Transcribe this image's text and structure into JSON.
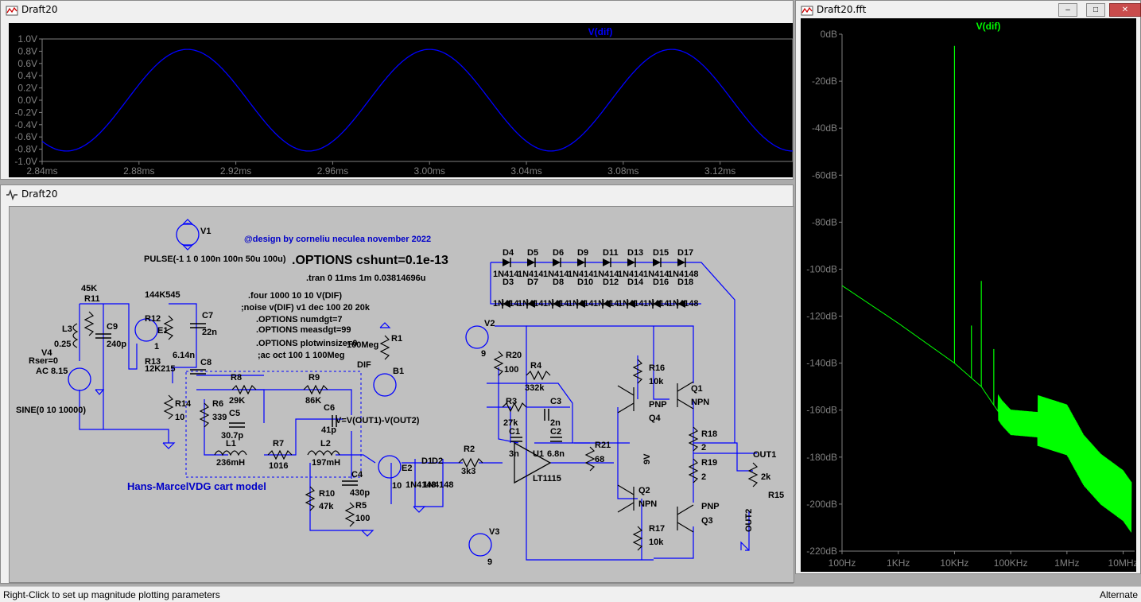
{
  "windows": {
    "waveform": {
      "title": "Draft20"
    },
    "schematic": {
      "title": "Draft20"
    },
    "fft": {
      "title": "Draft20.fft"
    }
  },
  "waveform_chart": {
    "chart_data": {
      "type": "line",
      "title": "V(dif)",
      "xlabel": "",
      "ylabel": "",
      "x_ticks": [
        "2.84ms",
        "2.88ms",
        "2.92ms",
        "2.96ms",
        "3.00ms",
        "3.04ms",
        "3.08ms",
        "3.12ms"
      ],
      "y_ticks": [
        "1.0V",
        "0.8V",
        "0.6V",
        "0.4V",
        "0.2V",
        "0.0V",
        "-0.2V",
        "-0.4V",
        "-0.6V",
        "-0.8V",
        "-1.0V"
      ],
      "xlim": [
        2.84,
        3.15
      ],
      "ylim": [
        -1.0,
        1.0
      ],
      "series": [
        {
          "name": "V(dif)",
          "amplitude": 0.83,
          "frequency_khz": 10,
          "peak_times_ms": [
            2.9,
            3.0,
            3.1
          ]
        }
      ],
      "line_color": "#0000ff"
    }
  },
  "fft_chart": {
    "chart_data": {
      "type": "line",
      "title": "V(dif)",
      "xscale": "log",
      "x_ticks": [
        "100Hz",
        "1KHz",
        "10KHz",
        "100KHz",
        "1MHz",
        "10MHz"
      ],
      "y_ticks": [
        "0dB",
        "-20dB",
        "-40dB",
        "-60dB",
        "-80dB",
        "-100dB",
        "-120dB",
        "-140dB",
        "-160dB",
        "-180dB",
        "-200dB",
        "-220dB"
      ],
      "ylim": [
        -220,
        0
      ],
      "series": [
        {
          "name": "V(dif)",
          "noise_floor": [
            [
              100,
              -107
            ],
            [
              1000,
              -123
            ],
            [
              10000,
              -140
            ],
            [
              30000,
              -150
            ],
            [
              70000,
              -163
            ],
            [
              100000,
              -167
            ],
            [
              300000,
              -168
            ],
            [
              1000000,
              -172
            ],
            [
              2000000,
              -185
            ],
            [
              4000000,
              -193
            ],
            [
              10000000,
              -200
            ],
            [
              14000000,
              -205
            ]
          ],
          "peaks": [
            [
              10000,
              -5
            ],
            [
              20000,
              -124
            ],
            [
              30000,
              -105
            ],
            [
              50000,
              -134
            ]
          ]
        }
      ],
      "line_color": "#00ff00"
    }
  },
  "schematic": {
    "texts": {
      "v1": "V1",
      "pulse": "PULSE(-1 1 0 100n 100n 50u 100u)",
      "credit": "@design by corneliu neculea november 2022",
      "options_cshunt": ".OPTIONS cshunt=0.1e-13",
      "tran": ".tran 0 11ms 1m 0.03814696u",
      "four": ".four 1000 10 10 V(DIF)",
      "noise": ";noise v(DIF) v1 dec 100 20 20k",
      "numdgt": ".OPTIONS numdgt=7",
      "measdgt": ".OPTIONS measdgt=99",
      "plotwinsize": ".OPTIONS plotwinsize=0",
      "ac": ";ac oct 100 1 100Meg",
      "model": "Hans-MarcelVDG cart model",
      "bv": "V=V(OUT1)-V(OUT2)",
      "r11": "R11",
      "r11v": "45K",
      "l3": "L3",
      "l3v": "0.25",
      "c9": "C9",
      "c9v": "240p",
      "v4": "V4",
      "v4r": "Rser=0",
      "v4ac": "AC 8.15",
      "sine": "SINE(0 10 10000)",
      "r12": "R12",
      "r12v": "144K545",
      "e1": "E1",
      "e1v": "1",
      "c7": "C7",
      "c7v": "22n",
      "l614": "6.14n",
      "r13": "R13",
      "r13v": "12K215",
      "c8": "C8",
      "r14": "R14",
      "r14v": "10",
      "r8": "R8",
      "r8v": "29K",
      "r9": "R9",
      "r9v": "86K",
      "r6": "R6",
      "r6v": "339",
      "c5": "C5",
      "c5v": "30.7p",
      "c6": "C6",
      "c6v": "41p",
      "l1": "L1",
      "l1v": "236mH",
      "r7": "R7",
      "r7v": "1016",
      "l2": "L2",
      "l2v": "197mH",
      "c4": "C4",
      "c4v": "430p",
      "r10": "R10",
      "r10v": "47k",
      "r5": "R5",
      "r5v": "100",
      "e2": "E2",
      "e2v": "10",
      "r1": "R1",
      "r1v": "100Meg",
      "dif": "DIF",
      "b1": "B1",
      "d1": "D1",
      "d2": "D2",
      "d12v": "1N4148",
      "r2": "R2",
      "r2v": "3k3",
      "v2": "V2",
      "v2v": "9",
      "v3": "V3",
      "v3v": "9",
      "r20": "R20",
      "r20v": "100",
      "r4": "R4",
      "r4v": "332k",
      "r3": "R3",
      "r3v": "27k",
      "c3": "C3",
      "c3v": "2n",
      "c1": "C1",
      "c1v": "3n",
      "c2": "C2",
      "c2v": "6.8n",
      "u1": "U1",
      "u1v": "LT1115",
      "r21": "R21",
      "r21v": "68",
      "r16": "R16",
      "r16v": "10k",
      "r17": "R17",
      "r17v": "10k",
      "q1": "Q1",
      "q1t": "NPN",
      "q2": "Q2",
      "q2t": "NPN",
      "q3": "Q3",
      "q3t": "PNP",
      "q4": "Q4",
      "q4t": "PNP",
      "r18": "R18",
      "r18v": "2",
      "r19": "R19",
      "r19v": "2",
      "r15": "R15",
      "r15v": "2k",
      "out1": "OUT1",
      "out2": "OUT2",
      "v9": "9V",
      "dtop": [
        "D4",
        "D5",
        "D6",
        "D9",
        "D11",
        "D13",
        "D15",
        "D17"
      ],
      "dbot": [
        "D3",
        "D7",
        "D8",
        "D10",
        "D12",
        "D14",
        "D16",
        "D18"
      ],
      "dpart": "1N4148",
      "dpart_cut": "1N414"
    }
  },
  "statusbar": {
    "left": "Right-Click to set up magnitude plotting parameters",
    "right": "Alternate"
  },
  "colors": {
    "wave": "#0000ff",
    "fft": "#00ff00",
    "wire": "#0000ff",
    "sch_text": "#000000",
    "credit": "#0000c8"
  }
}
